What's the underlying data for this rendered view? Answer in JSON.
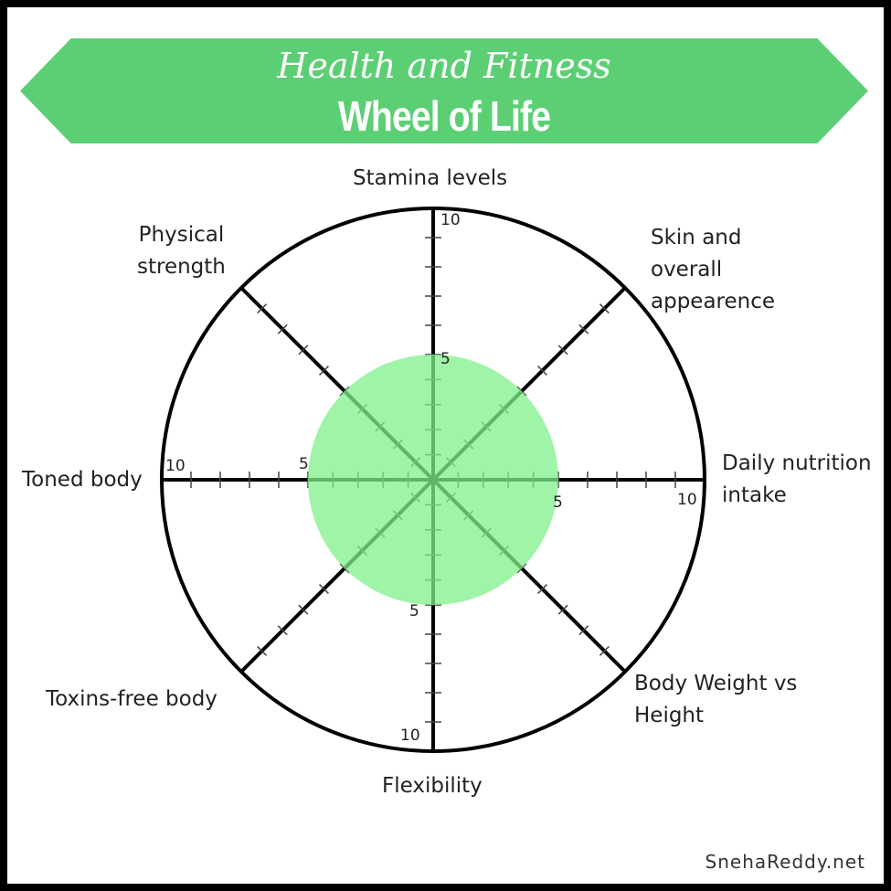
{
  "banner": {
    "subtitle": "Health and Fitness",
    "title": "Wheel of Life",
    "color": "#5ccf75"
  },
  "wheel": {
    "scale_max": 10,
    "scale_mid": 5,
    "filled_score": 5,
    "fill_color": "#7ff08a",
    "tick_labels": {
      "mid": "5",
      "max": "10"
    },
    "categories": [
      "Stamina levels",
      "Skin and overall appearence",
      "Daily nutrition intake",
      "Body Weight vs Height",
      "Flexibility",
      "Toxins-free body",
      "Toned body",
      "Physical strength"
    ]
  },
  "labels": {
    "stamina": "Stamina levels",
    "skin": "Skin and\noverall\nappearence",
    "nutrition": "Daily nutrition\nintake",
    "weight": "Body Weight vs\nHeight",
    "flexibility": "Flexibility",
    "toxins": "Toxins-free body",
    "toned": "Toned body",
    "strength": "Physical\nstrength"
  },
  "credit": "SnehaReddy.net"
}
